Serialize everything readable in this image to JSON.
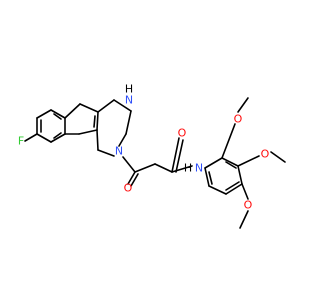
{
  "molecule": {
    "atom_labels": {
      "fluorine": "F",
      "indole_nh": "N",
      "indole_h": "H",
      "ring_n": "N",
      "ketone_o": "O",
      "amide_o": "O",
      "amide_n": "N",
      "amide_h": "H",
      "methoxy_o_top": "O",
      "methoxy_o_mid": "O",
      "methoxy_o_bottom": "O"
    },
    "colors": {
      "bond": "#000000",
      "fluorine": "#33cc33",
      "nitrogen": "#3050f8",
      "oxygen": "#ff0d0d",
      "hydrogen": "#000000"
    }
  }
}
